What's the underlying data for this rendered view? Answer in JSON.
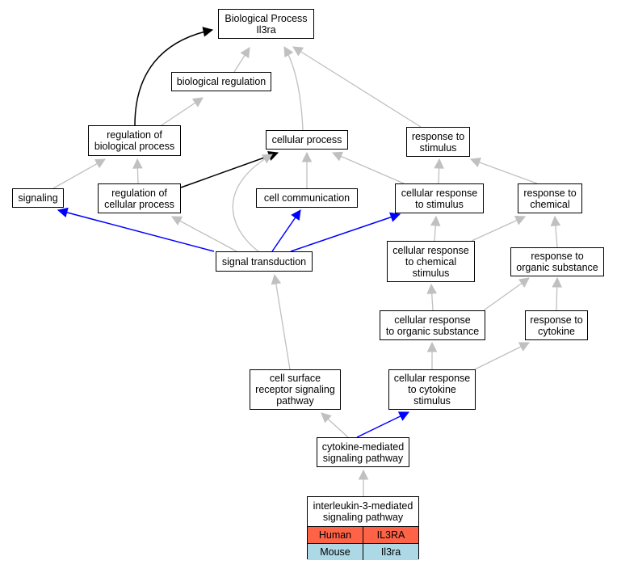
{
  "colors": {
    "gray_edge": "#c0c0c0",
    "black_edge": "#000000",
    "blue_edge": "#0000ff",
    "human": "#ff6347",
    "mouse": "#add8e6"
  },
  "nodes": {
    "bp": "Biological Process\nIl3ra",
    "bioreg": "biological regulation",
    "regbio": "regulation of\nbiological process",
    "cellproc": "cellular process",
    "resp": "response to\nstimulus",
    "signaling": "signaling",
    "regcell": "regulation of\ncellular process",
    "cellcomm": "cell communication",
    "cellresp": "cellular response\nto stimulus",
    "respchem": "response to\nchemical",
    "sigtrans": "signal transduction",
    "cellrespchem": "cellular response\nto chemical\nstimulus",
    "resporg": "response to\norganic substance",
    "cellresporg": "cellular response\nto organic substance",
    "respcyt": "response to\ncytokine",
    "csrsp": "cell surface\nreceptor signaling\npathway",
    "cellrespcyt": "cellular response\nto cytokine\nstimulus",
    "cytmed": "cytokine-mediated\nsignaling pathway"
  },
  "legend": {
    "title": "interleukin-3-mediated\nsignaling pathway",
    "rows": [
      {
        "species": "Human",
        "gene": "IL3RA",
        "color": "#ff6347"
      },
      {
        "species": "Mouse",
        "gene": "Il3ra",
        "color": "#add8e6"
      }
    ]
  }
}
